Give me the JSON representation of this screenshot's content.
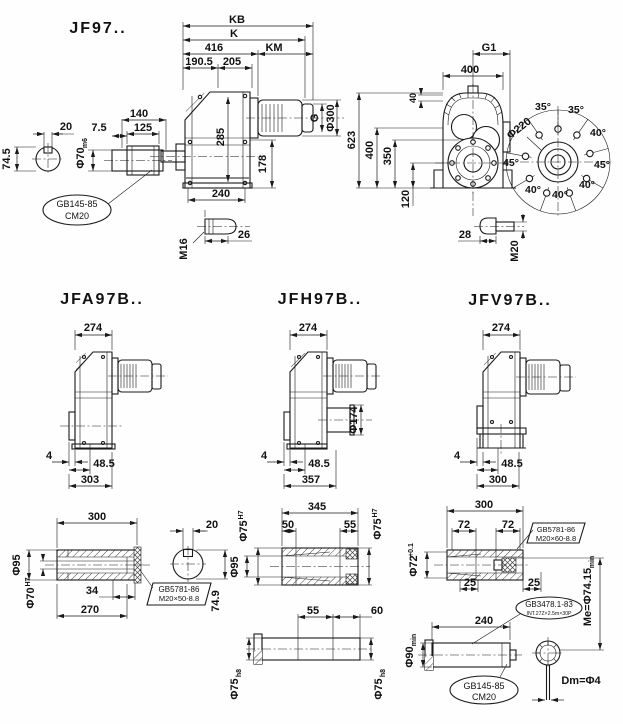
{
  "drawing": {
    "jf97": {
      "title": "JF97..",
      "side": {
        "kb": "KB",
        "k": "K",
        "d416": "416",
        "km": "KM",
        "d190_5": "190.5",
        "d205": "205",
        "d285": "285",
        "d178": "178",
        "d240": "240",
        "g": "G",
        "phi300": "Φ300"
      },
      "shaft_detail": {
        "d20": "20",
        "d74_5": "74.5",
        "d7_5": "7.5",
        "d140": "140",
        "d125": "125",
        "phi70": "Φ70",
        "fit": "m6",
        "callout1": "GB145-85",
        "callout2": "CM20"
      },
      "end_detail": {
        "m16": "M16",
        "d26": "26"
      },
      "front": {
        "g1": "G1",
        "d400_top": "400",
        "d40": "40",
        "d623": "623",
        "d400": "400",
        "d350": "350",
        "d120": "120",
        "d28": "28",
        "m20": "M20",
        "phi220": "Φ220",
        "angles": [
          "35°",
          "35°",
          "40°",
          "45°",
          "40°",
          "40°",
          "40°",
          "45°"
        ]
      }
    },
    "jfa97b": {
      "title": "JFA97B..",
      "d274": "274",
      "d4": "4",
      "d48_5": "48.5",
      "d303": "303"
    },
    "jfh97b": {
      "title": "JFH97B..",
      "d274": "274",
      "phi174": "Φ174",
      "d4": "4",
      "d48_5": "48.5",
      "d357": "357"
    },
    "jfv97b": {
      "title": "JFV97B..",
      "d274": "274",
      "d4": "4",
      "d48_5": "48.5",
      "d300": "300"
    },
    "shaft_a": {
      "d300": "300",
      "phi95": "Φ95",
      "phi70": "Φ70",
      "fit": "H7",
      "d34": "34",
      "d270": "270",
      "d20": "20",
      "d74_9": "74.9",
      "callout1": "GB5781-86",
      "callout2": "M20×50-8.8"
    },
    "shaft_h": {
      "d345": "345",
      "phi75": "Φ75",
      "fit_h7": "H7",
      "d50": "50",
      "d55": "55",
      "phi95": "Φ95",
      "d55b": "55",
      "d60": "60",
      "phi75b": "Φ75",
      "fit_h8": "h8"
    },
    "shaft_v": {
      "d300": "300",
      "d72a": "72",
      "d72b": "72",
      "phi72": "Φ72",
      "tol": "+0.1",
      "d25a": "25",
      "d25b": "25",
      "d240": "240",
      "phi90": "Φ90",
      "phi90_sub": "min",
      "bolt_callout1": "GB5781-86",
      "bolt_callout2": "M20×60-8.8",
      "spline_callout1": "GB3478.1-83",
      "spline_callout2": "INT.27Z×2.5m×30P",
      "plug_callout1": "GB145-85",
      "plug_callout2": "CM20",
      "me": "Me=Φ74.15",
      "me_sub": "min",
      "dm": "Dm=Φ4"
    }
  }
}
